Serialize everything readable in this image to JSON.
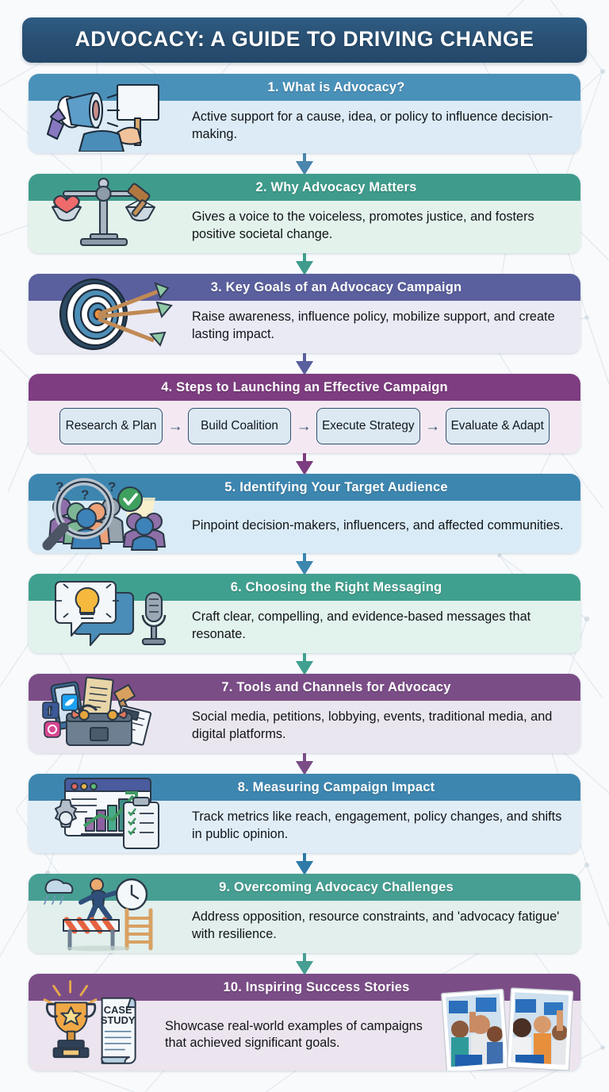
{
  "header": {
    "title": "ADVOCACY: A GUIDE TO DRIVING CHANGE",
    "bar_color": "#28506f"
  },
  "sections": [
    {
      "number": "1.",
      "title": "1. What is Advocacy?",
      "body": "Active support for a cause, idea, or policy to influence decision-making.",
      "head_color": "#4a91ba",
      "body_color": "#dcebf6",
      "border_color": "#4a91ba",
      "icon": "megaphone-protest-sign-icon",
      "connector_color": "#4a86ad"
    },
    {
      "number": "2.",
      "title": "2. Why Advocacy Matters",
      "body": "Gives a voice to the voiceless, promotes justice, and fosters positive societal change.",
      "head_color": "#3f9c8c",
      "body_color": "#e4f2ec",
      "border_color": "#3f9c8c",
      "icon": "scales-heart-gavel-icon",
      "connector_color": "#3f9c8c"
    },
    {
      "number": "3.",
      "title": "3. Key Goals of an Advocacy Campaign",
      "body": "Raise awareness, influence policy, mobilize support, and create lasting impact.",
      "head_color": "#5a5f9e",
      "body_color": "#eaeaf4",
      "border_color": "#5a5f9e",
      "icon": "target-arrows-icon",
      "connector_color": "#5a5f9e"
    },
    {
      "number": "4.",
      "title": "4. Steps to Launching an Effective Campaign",
      "body": "",
      "head_color": "#7d3d80",
      "body_color": "#f4e9f3",
      "border_color": "#7d3d80",
      "icon": "none",
      "connector_color": "#7d3d80",
      "steps": [
        "Research & Plan",
        "Build Coalition",
        "Execute Strategy",
        "Evaluate & Adapt"
      ],
      "step_arrow": "→"
    },
    {
      "number": "5.",
      "title": "5. Identifying Your Target Audience",
      "body": "Pinpoint decision-makers, influencers, and affected communities.",
      "head_color": "#3d86b0",
      "body_color": "#d9ebf6",
      "border_color": "#3d86b0",
      "icon": "magnifier-people-check-icon",
      "connector_color": "#3d86b0"
    },
    {
      "number": "6.",
      "title": "6. Choosing the Right Messaging",
      "body": "Craft clear, compelling, and evidence-based messages that resonate.",
      "head_color": "#40a08f",
      "body_color": "#e2f2ed",
      "border_color": "#40a08f",
      "icon": "lightbulb-speech-microphone-icon",
      "connector_color": "#40a08f"
    },
    {
      "number": "7.",
      "title": "7. Tools and Channels for Advocacy",
      "body": "Social media, petitions, lobbying, events, traditional media, and digital platforms.",
      "head_color": "#7b4d87",
      "body_color": "#eae6ef",
      "border_color": "#7b4d87",
      "icon": "toolbox-social-media-news-icon",
      "connector_color": "#7b4d87"
    },
    {
      "number": "8.",
      "title": "8. Measuring Campaign Impact",
      "body": "Track metrics like reach, engagement, policy changes, and shifts in public opinion.",
      "head_color": "#3d86b0",
      "body_color": "#e0edf7",
      "border_color": "#3d86b0",
      "icon": "dashboard-chart-gear-clipboard-icon",
      "connector_color": "#2f7aa8"
    },
    {
      "number": "9.",
      "title": "9. Overcoming Advocacy Challenges",
      "body": "Address opposition, resource constraints, and 'advocacy fatigue' with resilience.",
      "head_color": "#479f93",
      "body_color": "#e2efec",
      "border_color": "#479f93",
      "icon": "runner-ladder-hurdle-clock-icon",
      "connector_color": "#479f93"
    },
    {
      "number": "10.",
      "title": "10. Inspiring Success Stories",
      "body": "Showcase real-world examples of campaigns that achieved significant goals.",
      "head_color": "#7b4d87",
      "body_color": "#ece4ef",
      "border_color": "#7b4d87",
      "icon": "trophy-case-study-icon",
      "secondary_icon": "crowd-photo-collage-icon",
      "case_study_label_line1": "CASE",
      "case_study_label_line2": "STUDY",
      "connector_color": ""
    }
  ]
}
